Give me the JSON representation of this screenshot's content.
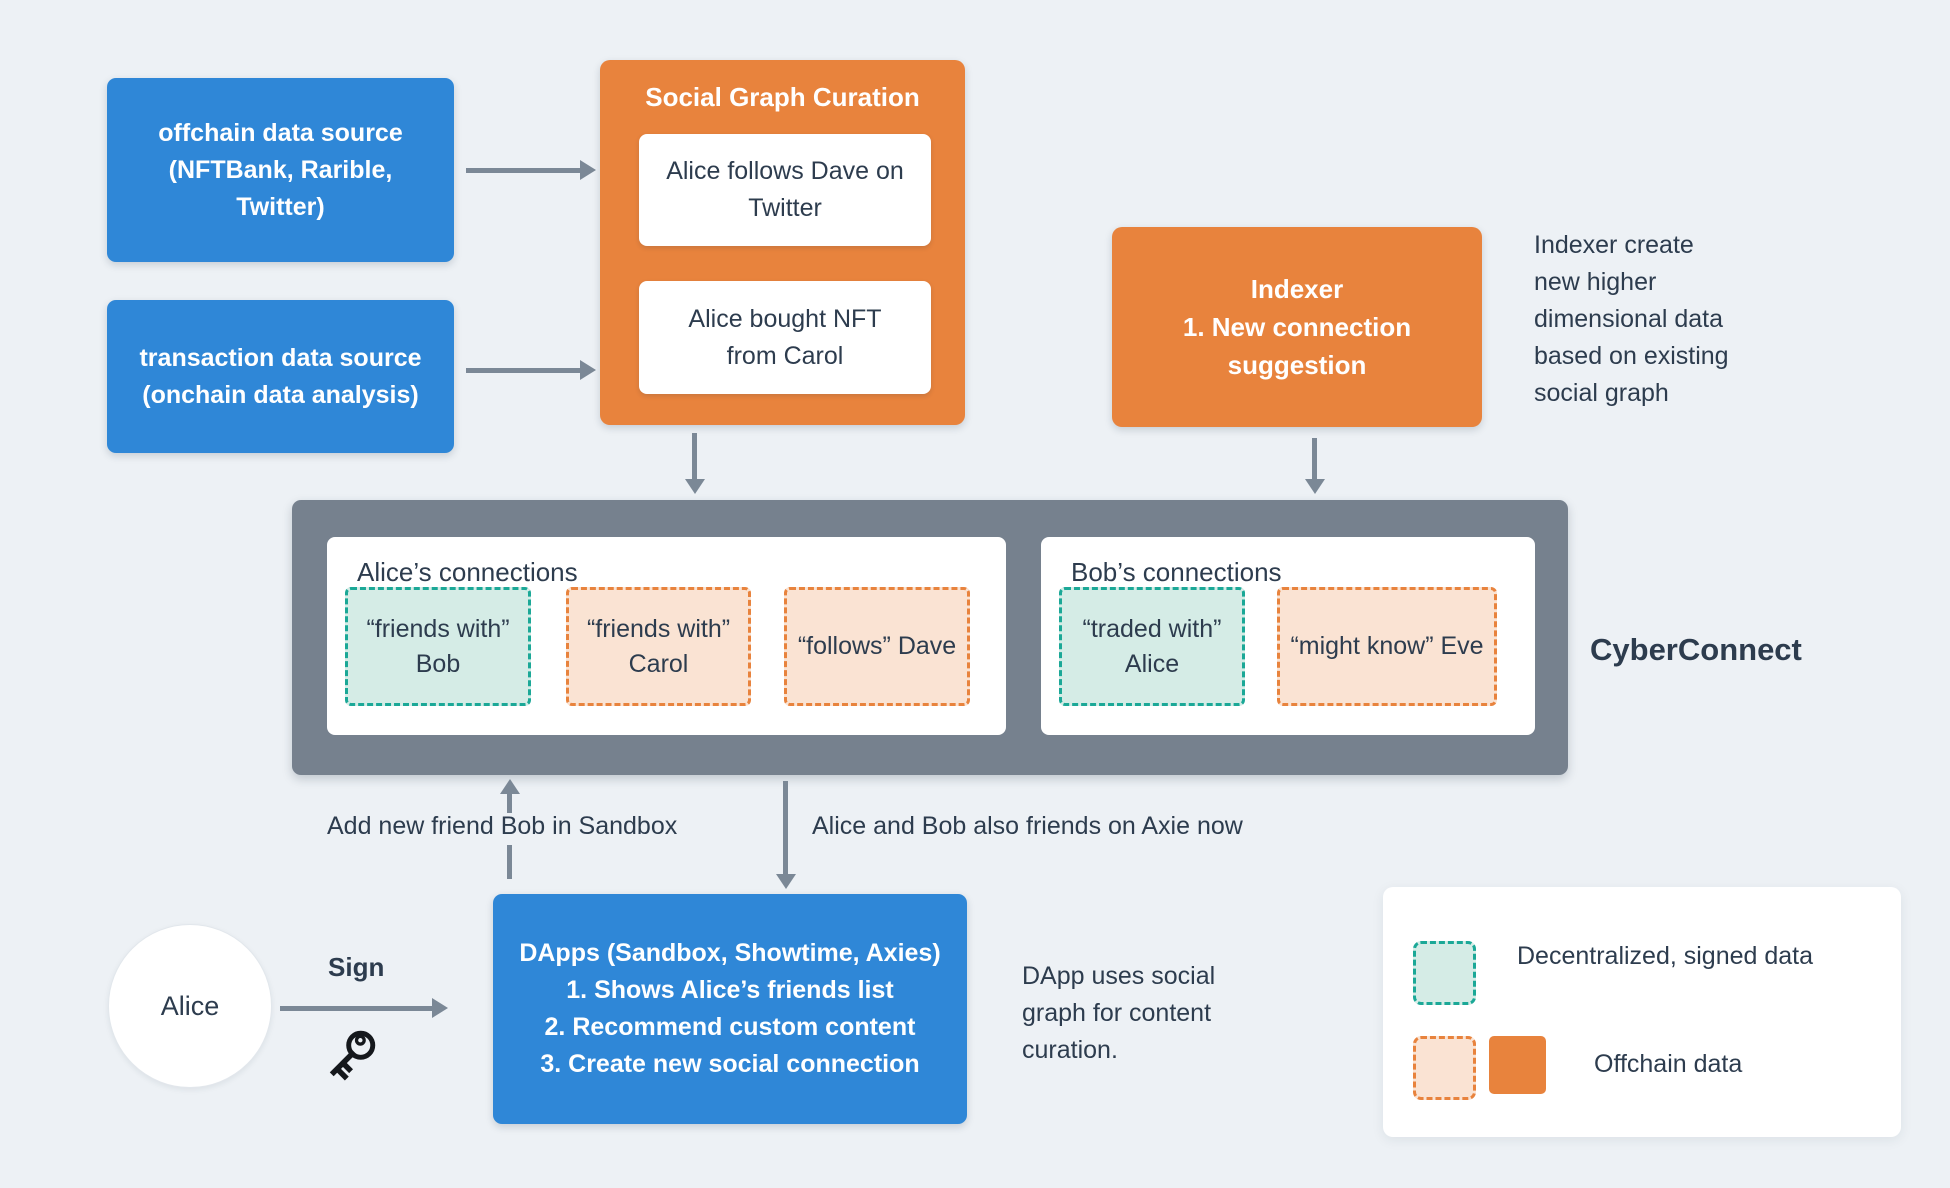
{
  "colors": {
    "background": "#edf1f5",
    "blue": "#2f87d7",
    "orange": "#e8833d",
    "slate_container": "#76818e",
    "arrow_gray": "#7b8896",
    "teal_border": "#1ba897",
    "teal_fill": "#d5ece6",
    "peach_fill": "#fae3d3",
    "text_navy": "#2d3c4e"
  },
  "sources": {
    "offchain": "offchain data source\n(NFTBank, Rarible,\nTwitter)",
    "transaction": "transaction data source\n(onchain data analysis)"
  },
  "curation": {
    "title": "Social Graph Curation",
    "event1": "Alice follows Dave on\nTwitter",
    "event2": "Alice bought NFT\nfrom Carol"
  },
  "indexer": {
    "label": "Indexer\n1. New connection\nsuggestion",
    "annotation": "Indexer create\nnew higher\ndimensional data\nbased on existing\nsocial graph"
  },
  "cyberconnect": {
    "brand": "CyberConnect",
    "cards": [
      {
        "title": "Alice’s connections",
        "chips": [
          {
            "text": "“friends with” Bob",
            "kind": "signed"
          },
          {
            "text": "“friends with” Carol",
            "kind": "offchain"
          },
          {
            "text": "“follows” Dave",
            "kind": "offchain"
          }
        ]
      },
      {
        "title": "Bob’s connections",
        "chips": [
          {
            "text": "“traded with” Alice",
            "kind": "signed"
          },
          {
            "text": "“might know” Eve",
            "kind": "offchain"
          }
        ]
      }
    ]
  },
  "flows": {
    "add_friend_label": "Add new friend Bob in Sandbox",
    "axie_label": "Alice and Bob also friends on Axie now",
    "sign_label": "Sign"
  },
  "actor": {
    "name": "Alice"
  },
  "dapps": {
    "text": "DApps (Sandbox, Showtime, Axies)\n1. Shows Alice’s friends list\n2. Recommend custom content\n3. Create new social connection",
    "annotation": "DApp uses social\ngraph for content\ncuration."
  },
  "legend": {
    "signed_label": "Decentralized, signed data",
    "offchain_label": "Offchain data"
  }
}
